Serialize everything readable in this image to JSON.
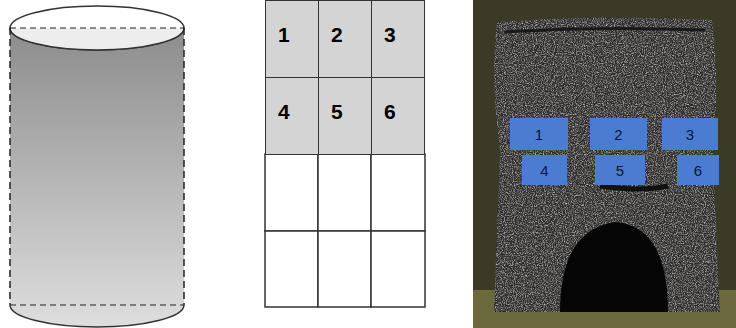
{
  "diagram": {
    "nodes": [
      {
        "text": [
          "1"
        ]
      },
      {
        "text": [
          "2"
        ]
      },
      {
        "text": [
          "3"
        ]
      },
      {
        "text": [
          "4"
        ]
      },
      {
        "text": [
          "5"
        ]
      },
      {
        "text": [
          "6"
        ]
      },
      {
        "text": [
          "1"
        ]
      },
      {
        "text": [
          "2"
        ]
      },
      {
        "text": [
          "3"
        ]
      },
      {
        "text": [
          "4"
        ]
      },
      {
        "text": [
          "5"
        ]
      },
      {
        "text": [
          "6"
        ]
      }
    ]
  }
}
